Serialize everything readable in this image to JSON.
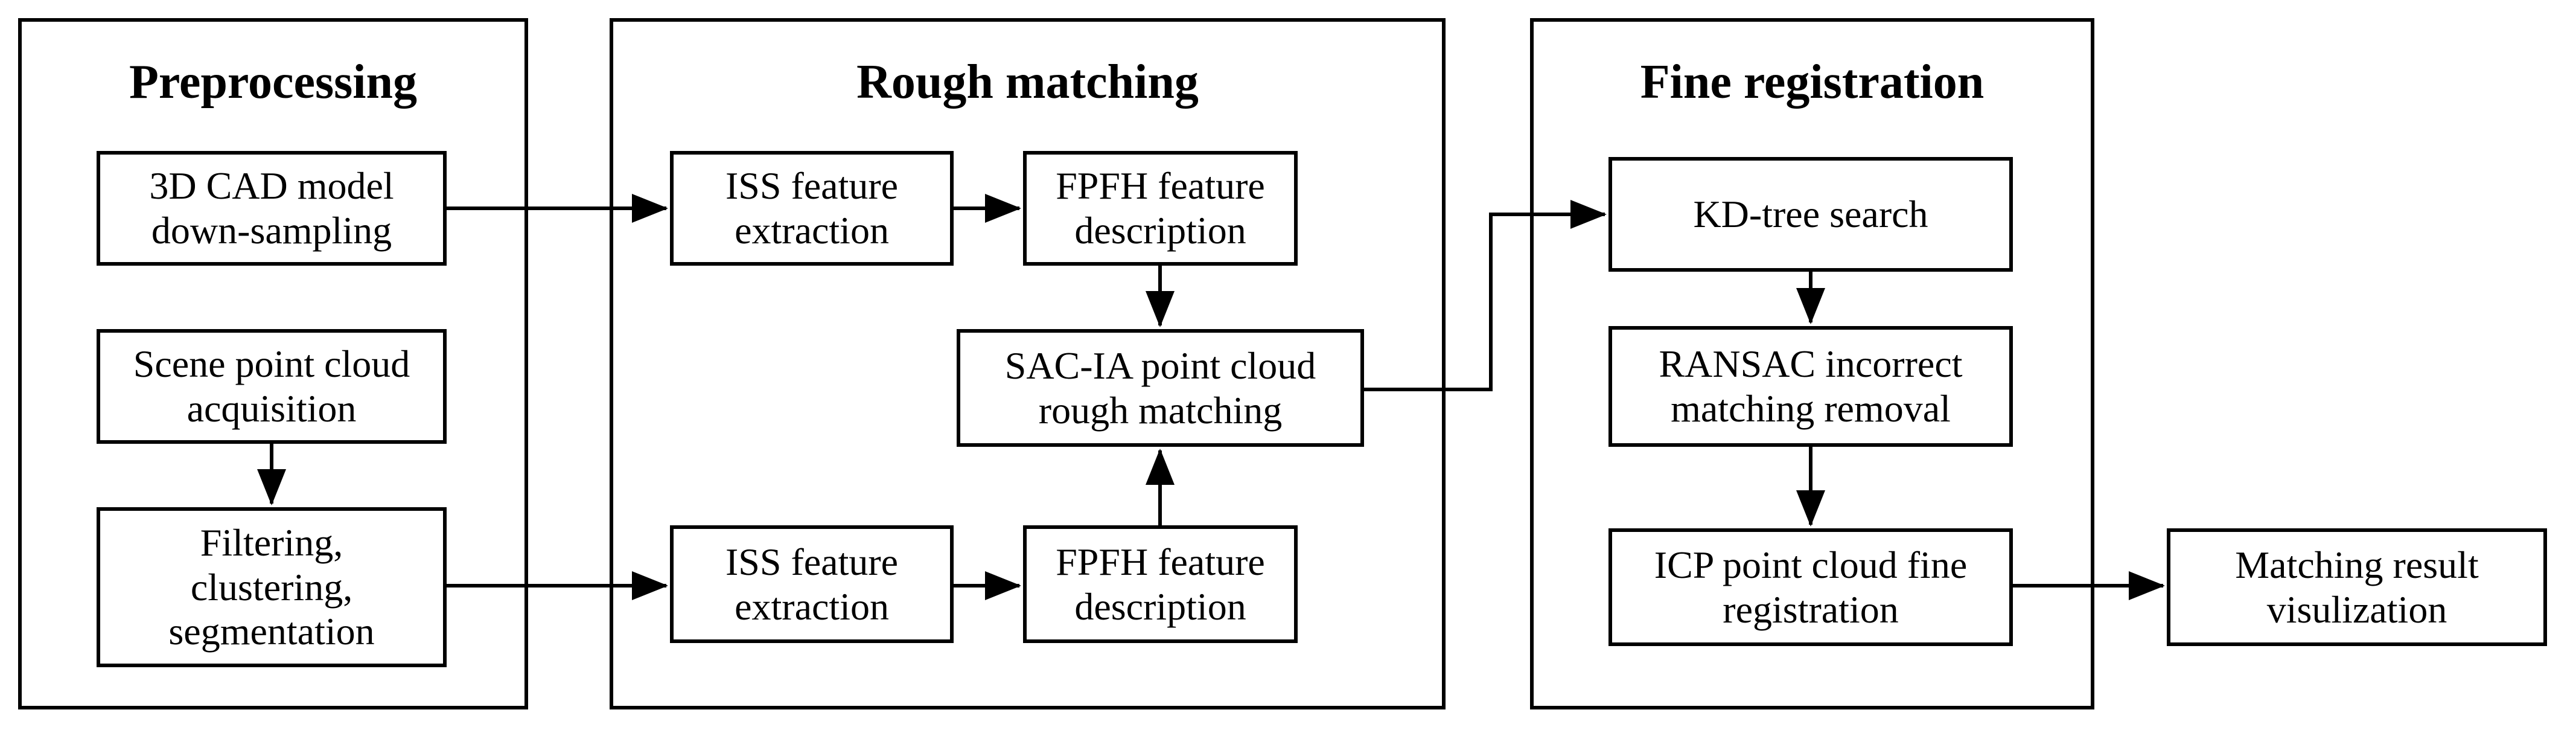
{
  "panels": {
    "preprocessing": {
      "title": "Preprocessing"
    },
    "rough_matching": {
      "title": "Rough matching"
    },
    "fine_registration": {
      "title": "Fine registration"
    }
  },
  "boxes": {
    "cad_downsampling": "3D CAD model\ndown-sampling",
    "scene_acquisition": "Scene point cloud\nacquisition",
    "filtering": "Filtering,\nclustering,\nsegmentation",
    "iss_top": "ISS feature\nextraction",
    "fpfh_top": "FPFH feature\ndescription",
    "sacia": "SAC-IA point cloud\nrough matching",
    "iss_bottom": "ISS feature\nextraction",
    "fpfh_bottom": "FPFH feature\ndescription",
    "kdtree": "KD-tree search",
    "ransac": "RANSAC incorrect\nmatching removal",
    "icp": "ICP point cloud fine\nregistration",
    "result": "Matching result\nvisulization"
  }
}
